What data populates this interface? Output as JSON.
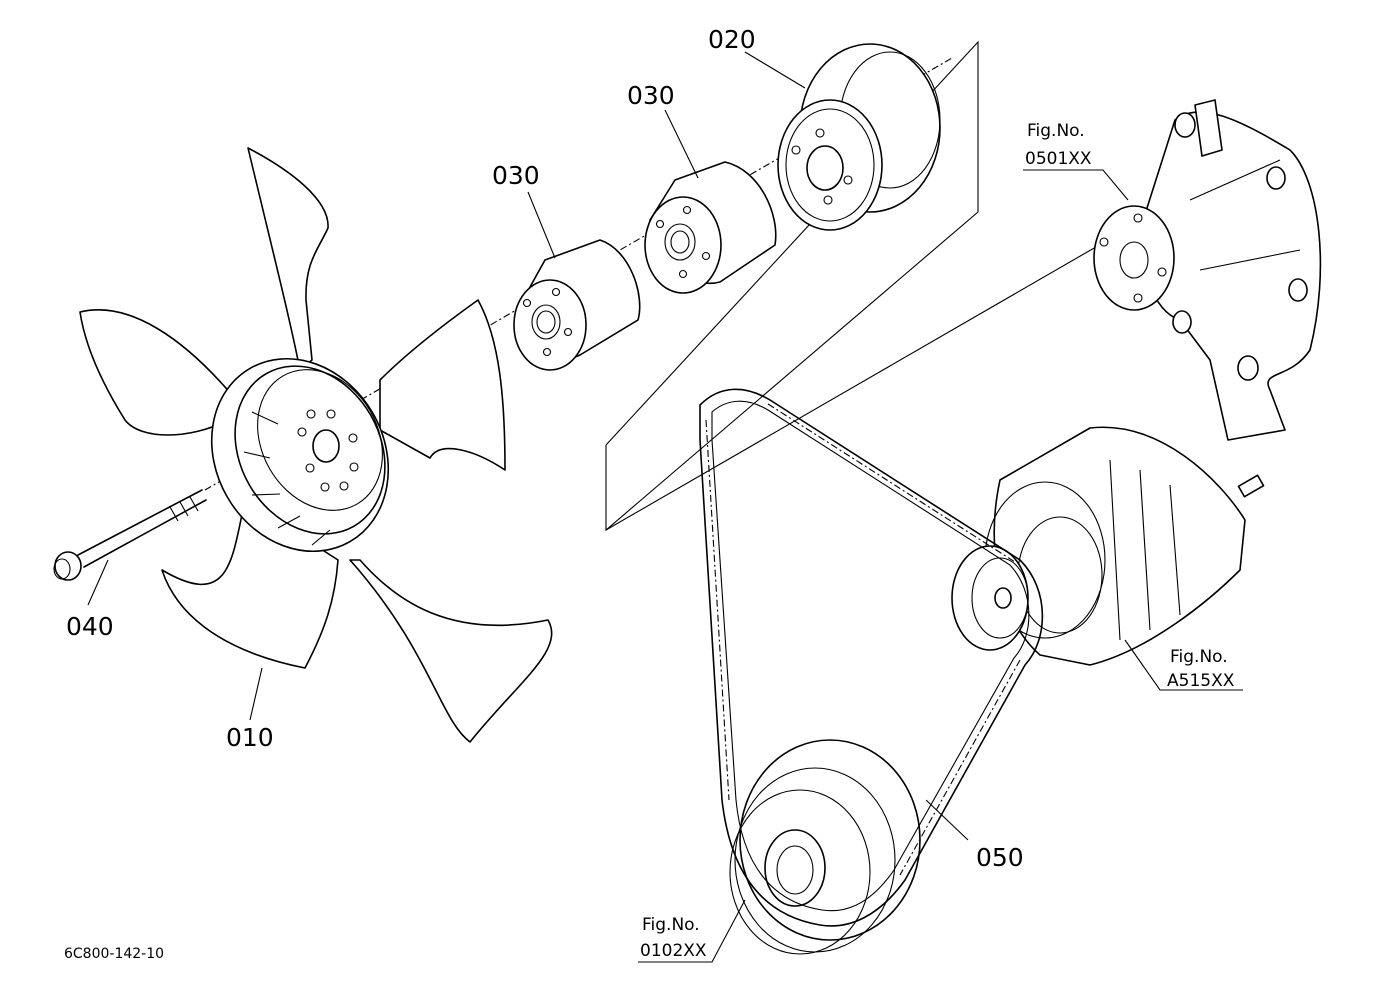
{
  "parts": [
    {
      "id": "p010",
      "label": "010"
    },
    {
      "id": "p020",
      "label": "020"
    },
    {
      "id": "p030a",
      "label": "030"
    },
    {
      "id": "p030b",
      "label": "030"
    },
    {
      "id": "p040",
      "label": "040"
    },
    {
      "id": "p050",
      "label": "050"
    }
  ],
  "figure_refs": [
    {
      "title": "Fig.No.",
      "number": "0501XX"
    },
    {
      "title": "Fig.No.",
      "number": "A515XX"
    },
    {
      "title": "Fig.No.",
      "number": "0102XX"
    }
  ],
  "drawing_code": "6C800-142-10"
}
